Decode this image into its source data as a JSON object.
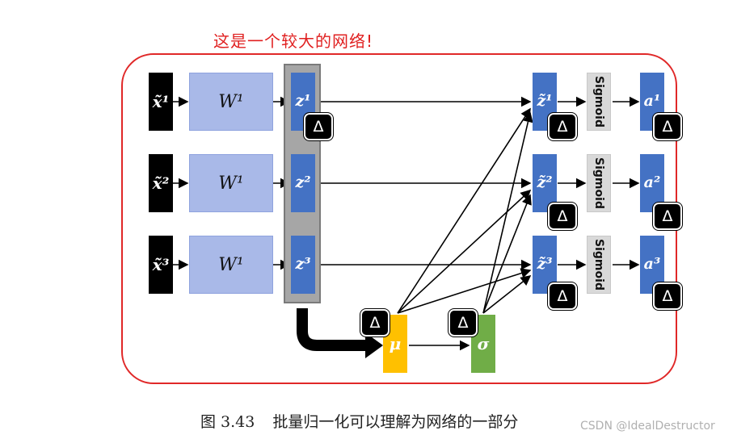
{
  "annotation": "这是一个较大的网络!",
  "caption": {
    "number": "图 3.43",
    "text": "批量归一化可以理解为网络的一部分"
  },
  "watermark": "CSDN @IdealDestructor",
  "rows": [
    {
      "x": "x̃¹",
      "w": "W¹",
      "z": "z¹",
      "zt": "z̃¹",
      "sig": "Sigmoid",
      "a": "a¹"
    },
    {
      "x": "x̃²",
      "w": "W¹",
      "z": "z²",
      "zt": "z̃²",
      "sig": "Sigmoid",
      "a": "a²"
    },
    {
      "x": "x̃³",
      "w": "W¹",
      "z": "z³",
      "zt": "z̃³",
      "sig": "Sigmoid",
      "a": "a³"
    }
  ],
  "delta": "Δ",
  "mu": "μ",
  "sigma": "σ",
  "colors": {
    "frame": "#e02828",
    "weight": "#a9b9e8",
    "node": "#4472c4",
    "mu": "#ffc000",
    "sigma": "#70ad47",
    "sigmoid": "#d9d9d9"
  }
}
